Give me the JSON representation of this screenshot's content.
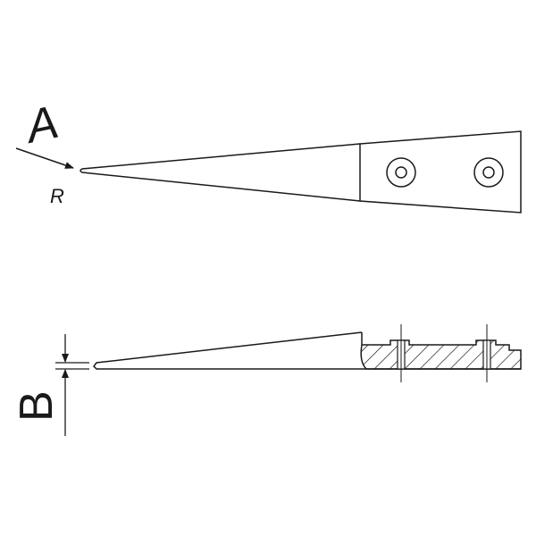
{
  "labels": {
    "a": "A",
    "r": "R",
    "b": "B"
  },
  "colors": {
    "line": "#1a1a1a",
    "background": "#ffffff"
  }
}
